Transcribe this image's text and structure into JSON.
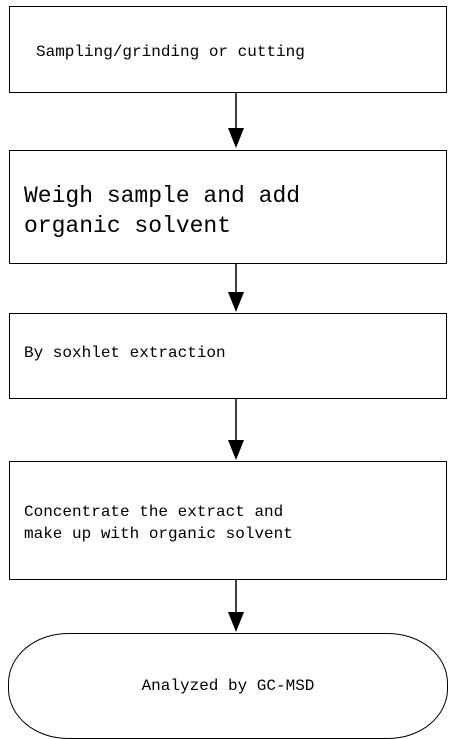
{
  "flowchart": {
    "steps": [
      {
        "label": "Sampling/grinding or cutting"
      },
      {
        "label": "Weigh sample and add\norganic solvent"
      },
      {
        "label": "By soxhlet extraction"
      },
      {
        "label": "Concentrate the extract and\nmake up with organic solvent"
      },
      {
        "label": "Analyzed by GC-MSD"
      }
    ],
    "line_color": "#000000",
    "background_color": "#ffffff"
  }
}
